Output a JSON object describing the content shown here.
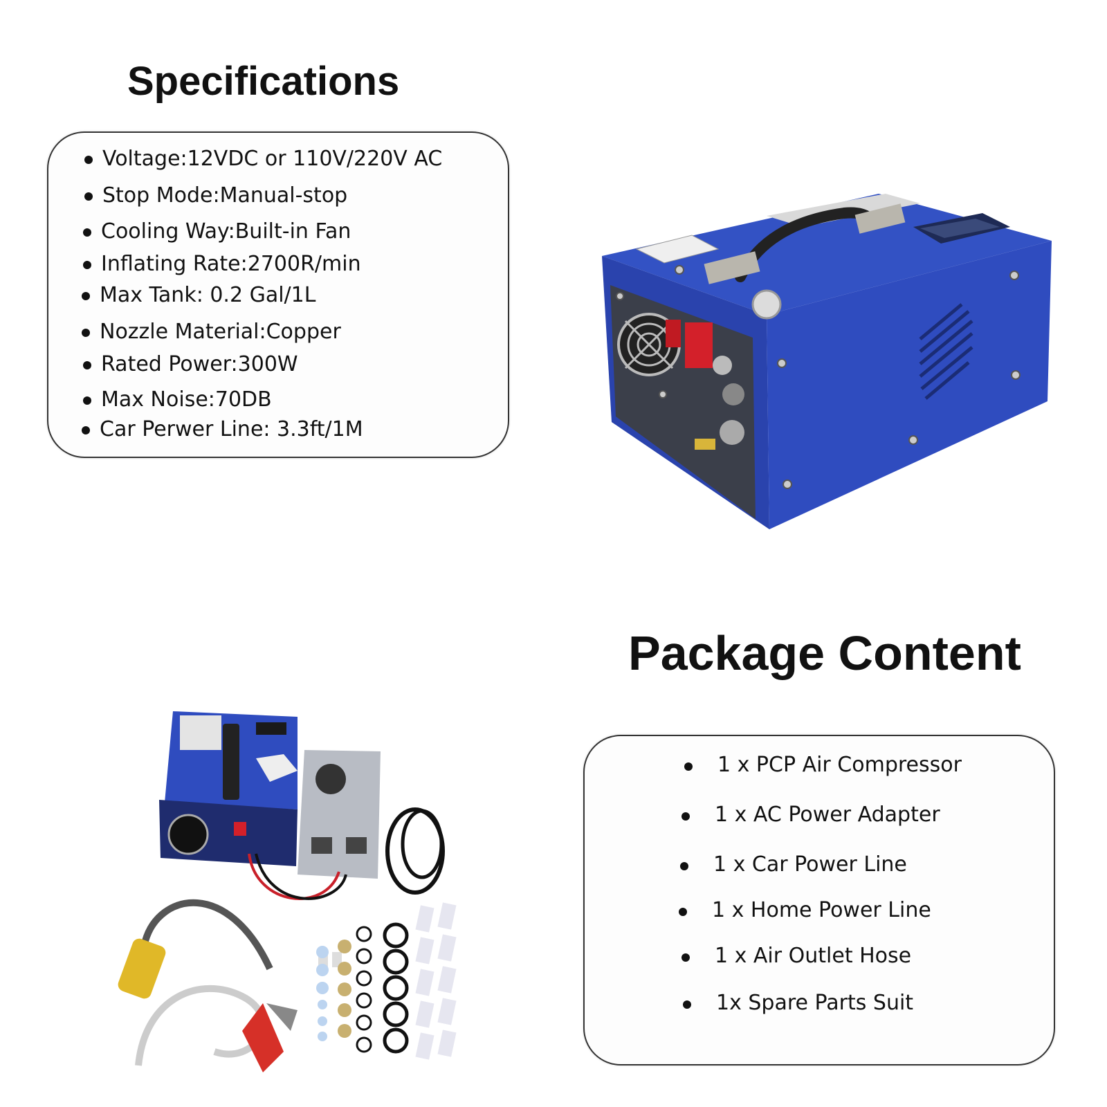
{
  "specifications": {
    "title": "Specifications",
    "items": [
      "Voltage:12VDC or 110V/220V AC",
      "Stop Mode:Manual-stop",
      "Cooling Way:Built-in Fan",
      "Inflating Rate:2700R/min",
      "Max Tank: 0.2 Gal/1L",
      "Nozzle Material:Copper",
      "Rated Power:300W",
      "Max Noise:70DB",
      "Car Perwer Line: 3.3ft/1M"
    ]
  },
  "package": {
    "title": "Package Content",
    "items": [
      "1 x PCP Air Compressor",
      "1 x AC Power  Adapter",
      "1 x Car  Power Line",
      "1 x Home Power Line",
      "1 x Air Outlet Hose",
      "1x Spare Parts Suit"
    ]
  },
  "colors": {
    "compressor_blue": "#2b46b8",
    "panel_grey": "#3b3f4a",
    "switch_red": "#d3202a"
  }
}
